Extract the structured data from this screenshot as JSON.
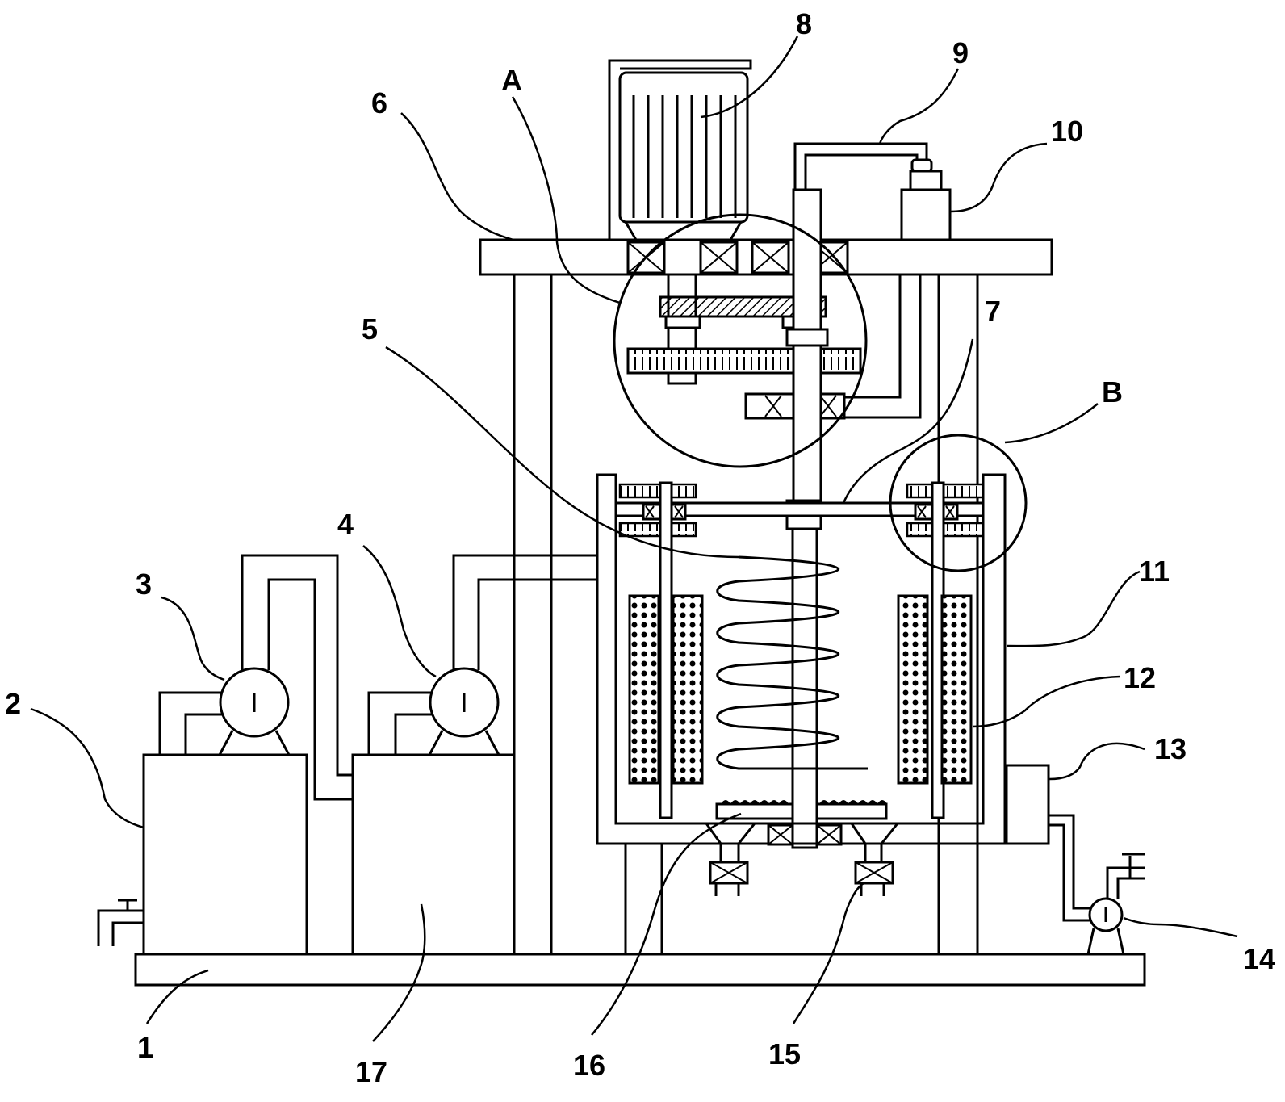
{
  "figure": {
    "callouts": [
      {
        "id": "c1",
        "text": "1"
      },
      {
        "id": "c2",
        "text": "2"
      },
      {
        "id": "c3",
        "text": "3"
      },
      {
        "id": "c4",
        "text": "4"
      },
      {
        "id": "c5",
        "text": "5"
      },
      {
        "id": "c6",
        "text": "6"
      },
      {
        "id": "c7",
        "text": "7"
      },
      {
        "id": "c8",
        "text": "8"
      },
      {
        "id": "c9",
        "text": "9"
      },
      {
        "id": "c10",
        "text": "10"
      },
      {
        "id": "c11",
        "text": "11"
      },
      {
        "id": "c12",
        "text": "12"
      },
      {
        "id": "c13",
        "text": "13"
      },
      {
        "id": "c14",
        "text": "14"
      },
      {
        "id": "c15",
        "text": "15"
      },
      {
        "id": "c16",
        "text": "16"
      },
      {
        "id": "c17",
        "text": "17"
      },
      {
        "id": "cA",
        "text": "A"
      },
      {
        "id": "cB",
        "text": "B"
      }
    ],
    "pump_symbol": "I"
  }
}
